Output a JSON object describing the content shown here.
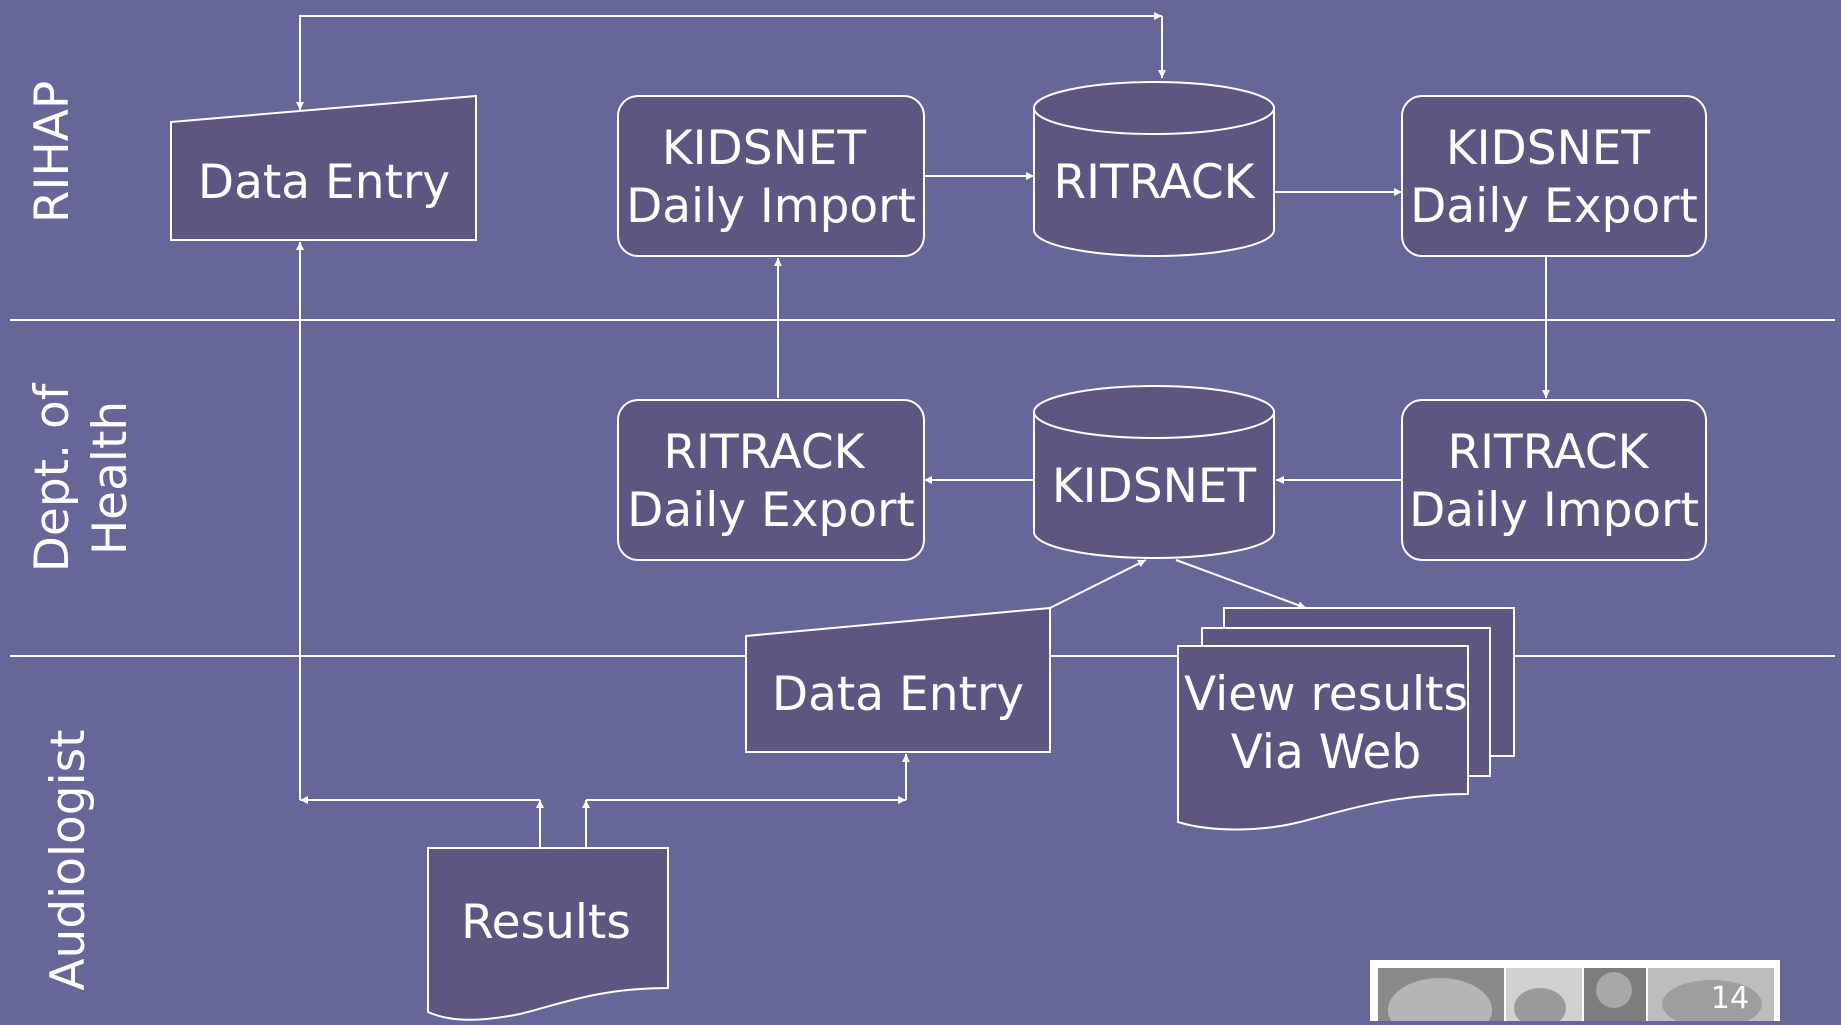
{
  "lanes": {
    "rihap": "RIHAP",
    "doh_line1": "Dept. of",
    "doh_line2": "Health",
    "audiologist": "Audiologist"
  },
  "nodes": {
    "data_entry_top": "Data Entry",
    "kidsnet_import_1": "KIDSNET",
    "kidsnet_import_2": "Daily Import",
    "ritrack_db": "RITRACK",
    "kidsnet_export_1": "KIDSNET",
    "kidsnet_export_2": "Daily Export",
    "ritrack_export_1": "RITRACK",
    "ritrack_export_2": "Daily Export",
    "kidsnet_db": "KIDSNET",
    "ritrack_import_1": "RITRACK",
    "ritrack_import_2": "Daily Import",
    "data_entry_bottom": "Data Entry",
    "view_results_1": "View results",
    "view_results_2": "Via Web",
    "results": "Results"
  },
  "slide_number": "14",
  "colors": {
    "background": "#676699",
    "shape_fill": "#5e5580",
    "stroke": "#ffffff"
  }
}
